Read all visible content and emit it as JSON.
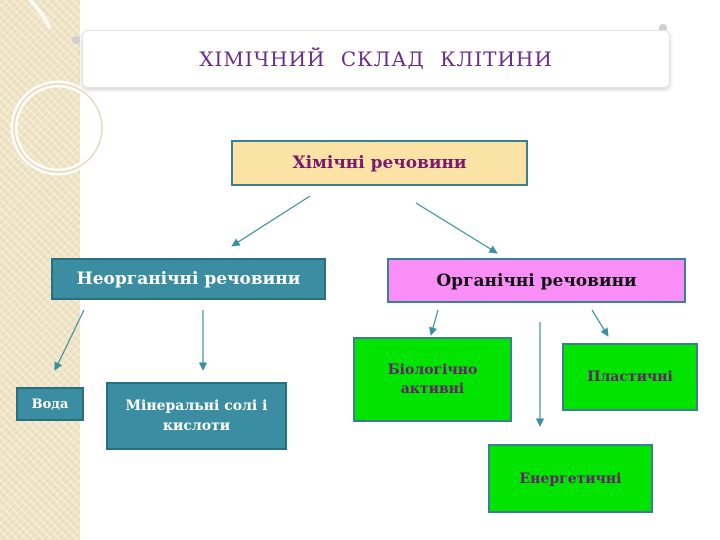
{
  "title": "ХІМІЧНИЙ   СКЛАД  КЛІТИНИ",
  "nodes": {
    "root": "Хімічні речовини",
    "inorganic": "Неорганічні речовини",
    "organic": "Органічні речовини",
    "water": "Вода",
    "salts": "Мінеральні солі і кислоти",
    "bioactive": "Біологічно активні",
    "plastic": "Пластичні",
    "energy": "Енергетичні"
  },
  "colors": {
    "title": "#6a2c8c",
    "root_fill": "#fbe3a6",
    "inorganic_fill": "#3b8ea2",
    "organic_fill": "#f88ef6",
    "leaf_fill": "#00e400",
    "arrow": "#3a8fa0"
  }
}
